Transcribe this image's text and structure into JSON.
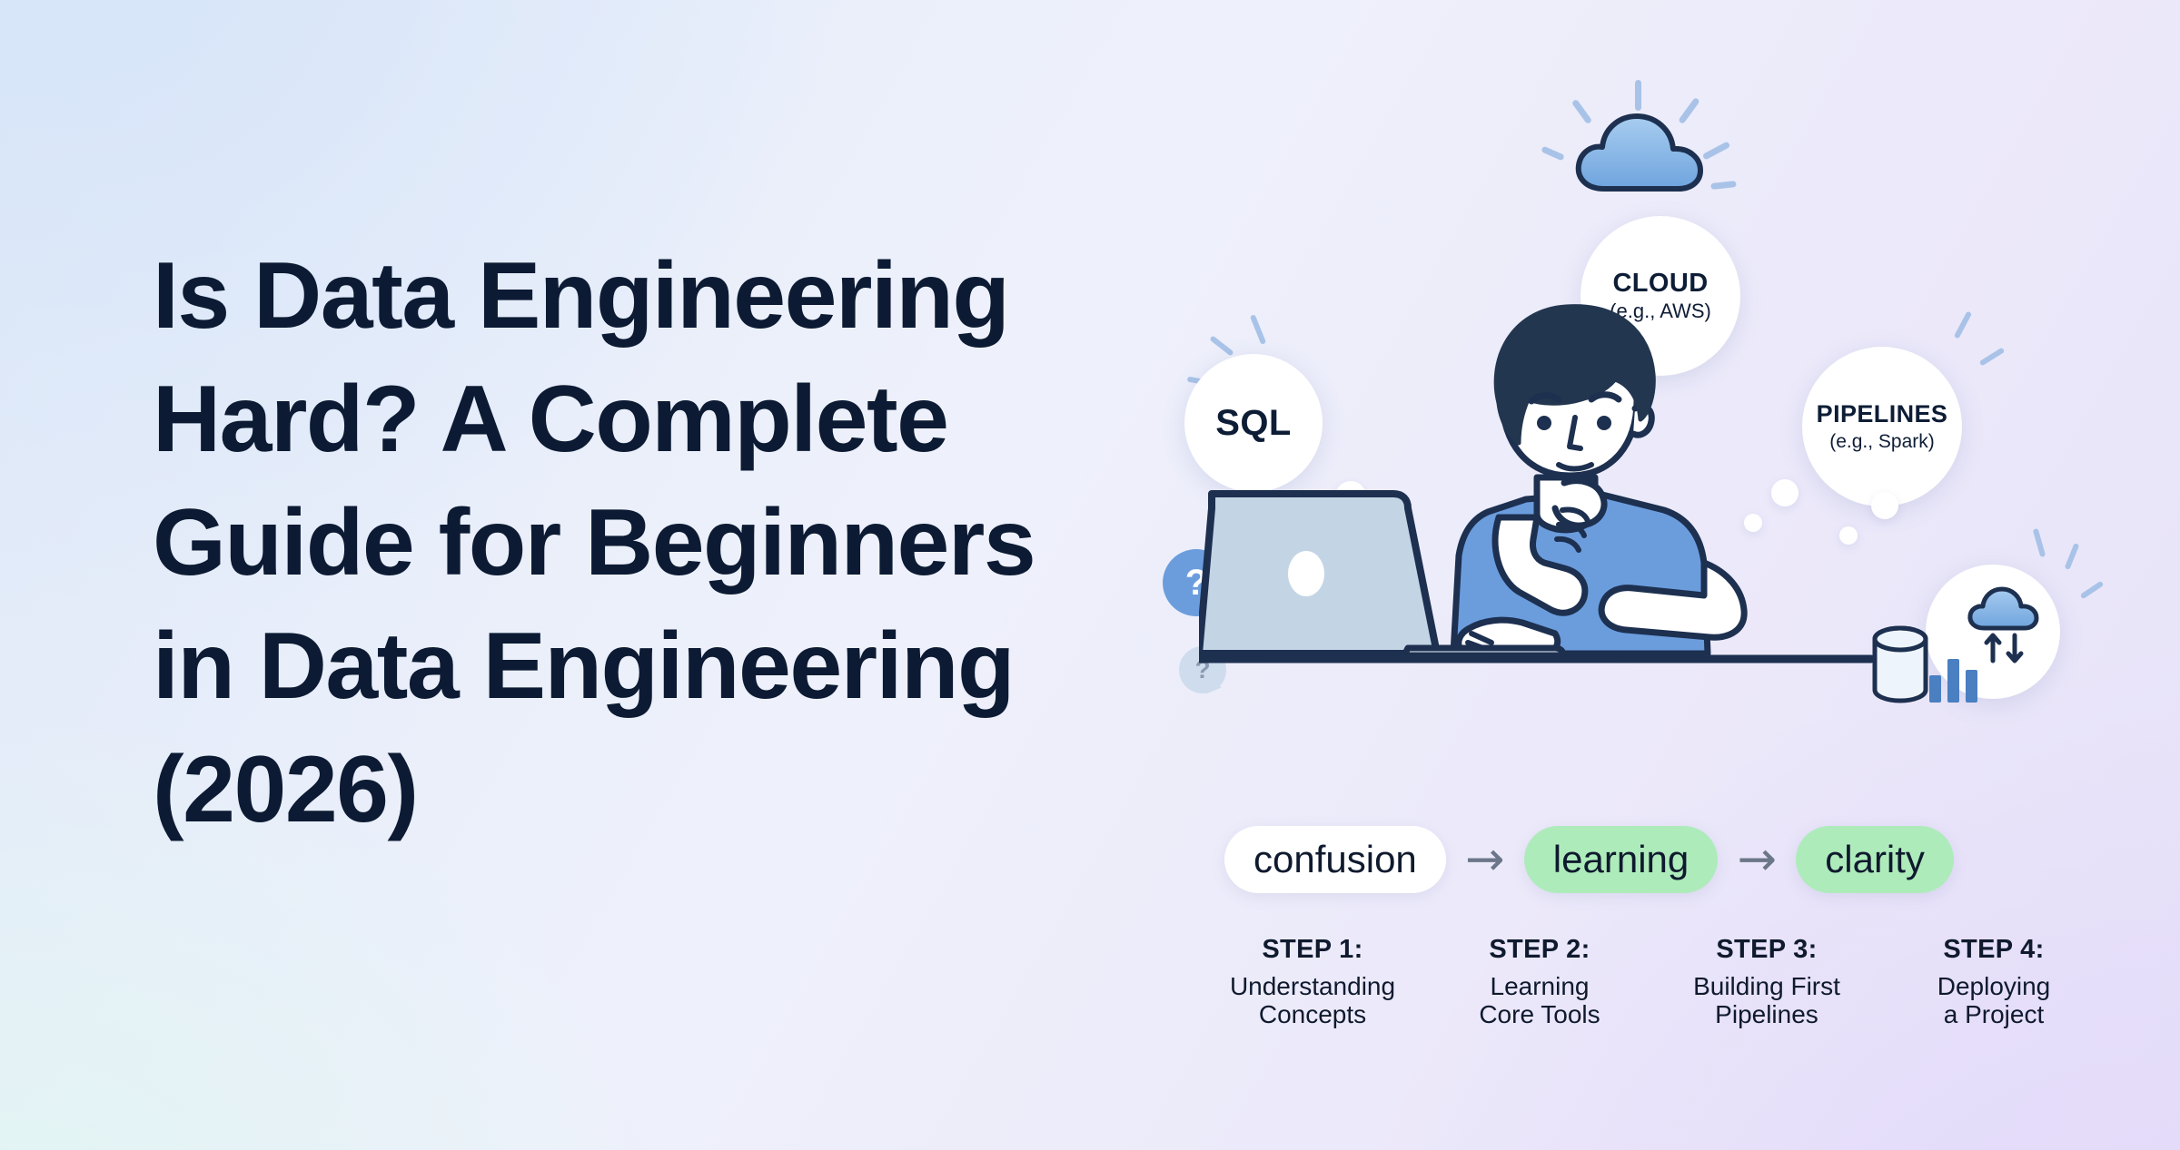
{
  "headline": {
    "text": "Is Data Engineering\nHard? A Complete\nGuide for Beginners\nin Data Engineering\n(2026)"
  },
  "colors": {
    "headline_text": "#0c1b33",
    "pill_green": "#aeebbb",
    "pill_white": "#ffffff",
    "shirt_blue": "#6b9ddd",
    "ink_navy": "#1d3050",
    "arrow_gray": "#6b7789",
    "ray_blue": "#a9c3e8",
    "bg_top_left": "#dce7f7",
    "bg_top_right": "#eef0fc",
    "bg_bottom_left": "#e8f7f4",
    "bg_bottom_right": "#e6e2f7"
  },
  "bubbles": [
    {
      "id": "sql",
      "main": "SQL",
      "sub": ""
    },
    {
      "id": "cloud",
      "main": "CLOUD",
      "sub": "(e.g., AWS)"
    },
    {
      "id": "pipe",
      "main": "PIPELINES",
      "sub": "(e.g., Spark)"
    }
  ],
  "question_marks": {
    "big": "?",
    "mid": "?",
    "small": "?"
  },
  "flow": {
    "items": [
      {
        "label": "confusion",
        "style": "white"
      },
      {
        "label": "learning",
        "style": "green"
      },
      {
        "label": "clarity",
        "style": "green"
      }
    ],
    "arrow": "→"
  },
  "steps": [
    {
      "title": "STEP 1:",
      "desc": "Understanding\nConcepts"
    },
    {
      "title": "STEP 2:",
      "desc": "Learning\nCore Tools"
    },
    {
      "title": "STEP 3:",
      "desc": "Building First\nPipelines"
    },
    {
      "title": "STEP 4:",
      "desc": "Deploying\na Project"
    }
  ]
}
